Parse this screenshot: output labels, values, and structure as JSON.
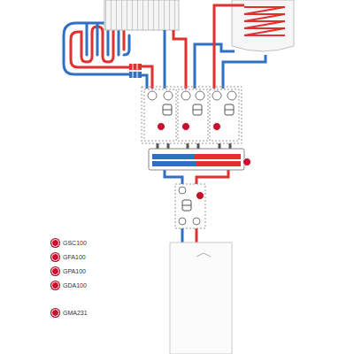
{
  "diagram": {
    "legend": [
      {
        "text": "GSC100",
        "color": "#c8102e"
      },
      {
        "text": "GFA100",
        "color": "#c8102e"
      },
      {
        "text": "GPA100",
        "color": "#c8102e"
      },
      {
        "text": "GDA100",
        "color": "#c8102e"
      },
      {
        "text": "GMA231",
        "color": "#c8102e"
      }
    ]
  }
}
